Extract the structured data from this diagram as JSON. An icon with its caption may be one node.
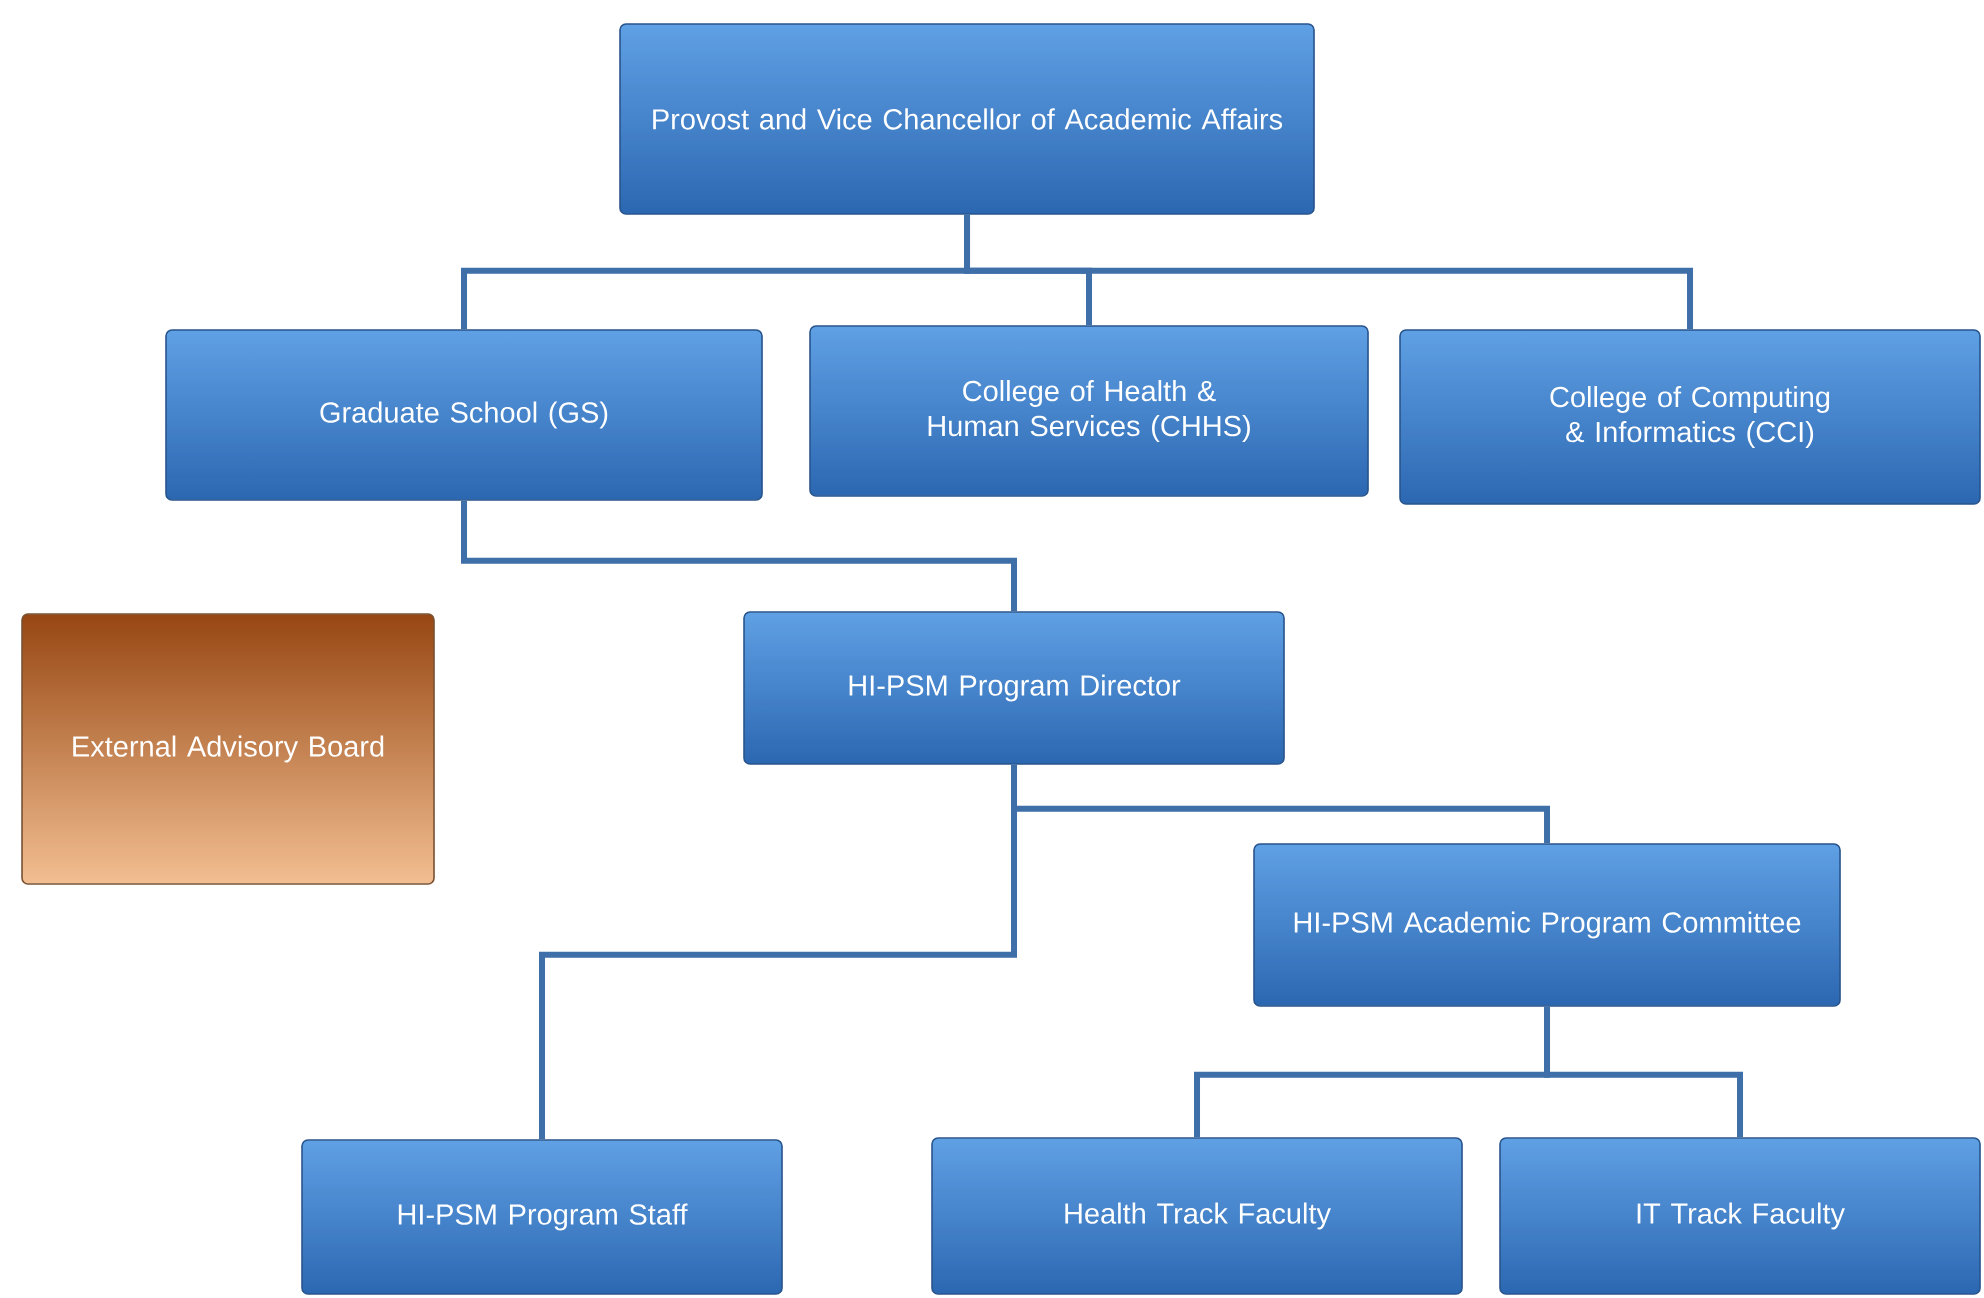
{
  "diagram": {
    "nodes": [
      {
        "text": [
          "Provost and Vice Chancellor of Academic Affairs"
        ]
      },
      {
        "text": [
          "Graduate School (GS)"
        ]
      },
      {
        "text": [
          "College of Health & Human Services (CHHS)"
        ]
      },
      {
        "text": [
          "College of Computing & Informatics (CCI)"
        ]
      },
      {
        "text": [
          "External Advisory Board"
        ]
      },
      {
        "text": [
          "HI-PSM Program Director"
        ]
      },
      {
        "text": [
          "HI-PSM Academic Program Committee"
        ]
      },
      {
        "text": [
          "HI-PSM Program Staff"
        ]
      },
      {
        "text": [
          "Health Track Faculty"
        ]
      },
      {
        "text": [
          "IT Track Faculty"
        ]
      }
    ],
    "edges": [
      {
        "from": 0,
        "to": 1,
        "arrow": "none"
      },
      {
        "from": 0,
        "to": 2,
        "arrow": "none"
      },
      {
        "from": 0,
        "to": 3,
        "arrow": "none"
      },
      {
        "from": 1,
        "to": 5,
        "arrow": "none"
      },
      {
        "from": 5,
        "to": 6,
        "arrow": "none"
      },
      {
        "from": 5,
        "to": 7,
        "arrow": "none"
      },
      {
        "from": 6,
        "to": 8,
        "arrow": "none"
      },
      {
        "from": 6,
        "to": 9,
        "arrow": "none"
      }
    ]
  }
}
